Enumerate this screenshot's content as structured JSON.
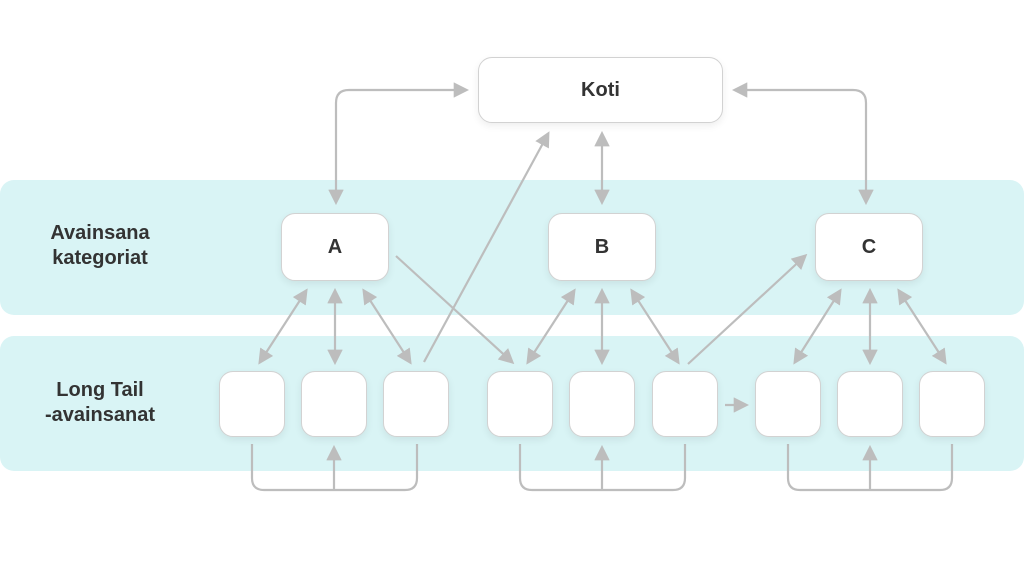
{
  "colors": {
    "band": "#d9f4f5",
    "arrow": "#bdbdbd",
    "box_border": "#d2d2d2",
    "text": "#333333"
  },
  "home": {
    "label": "Koti"
  },
  "bands": {
    "categories_label": "Avainsana\nkategoriat",
    "longtail_label": "Long Tail\n-avainsanat"
  },
  "categories": [
    {
      "label": "A"
    },
    {
      "label": "B"
    },
    {
      "label": "C"
    }
  ],
  "longtail_groups": [
    {
      "category": "A",
      "item_count": 3
    },
    {
      "category": "B",
      "item_count": 3
    },
    {
      "category": "C",
      "item_count": 3
    }
  ]
}
